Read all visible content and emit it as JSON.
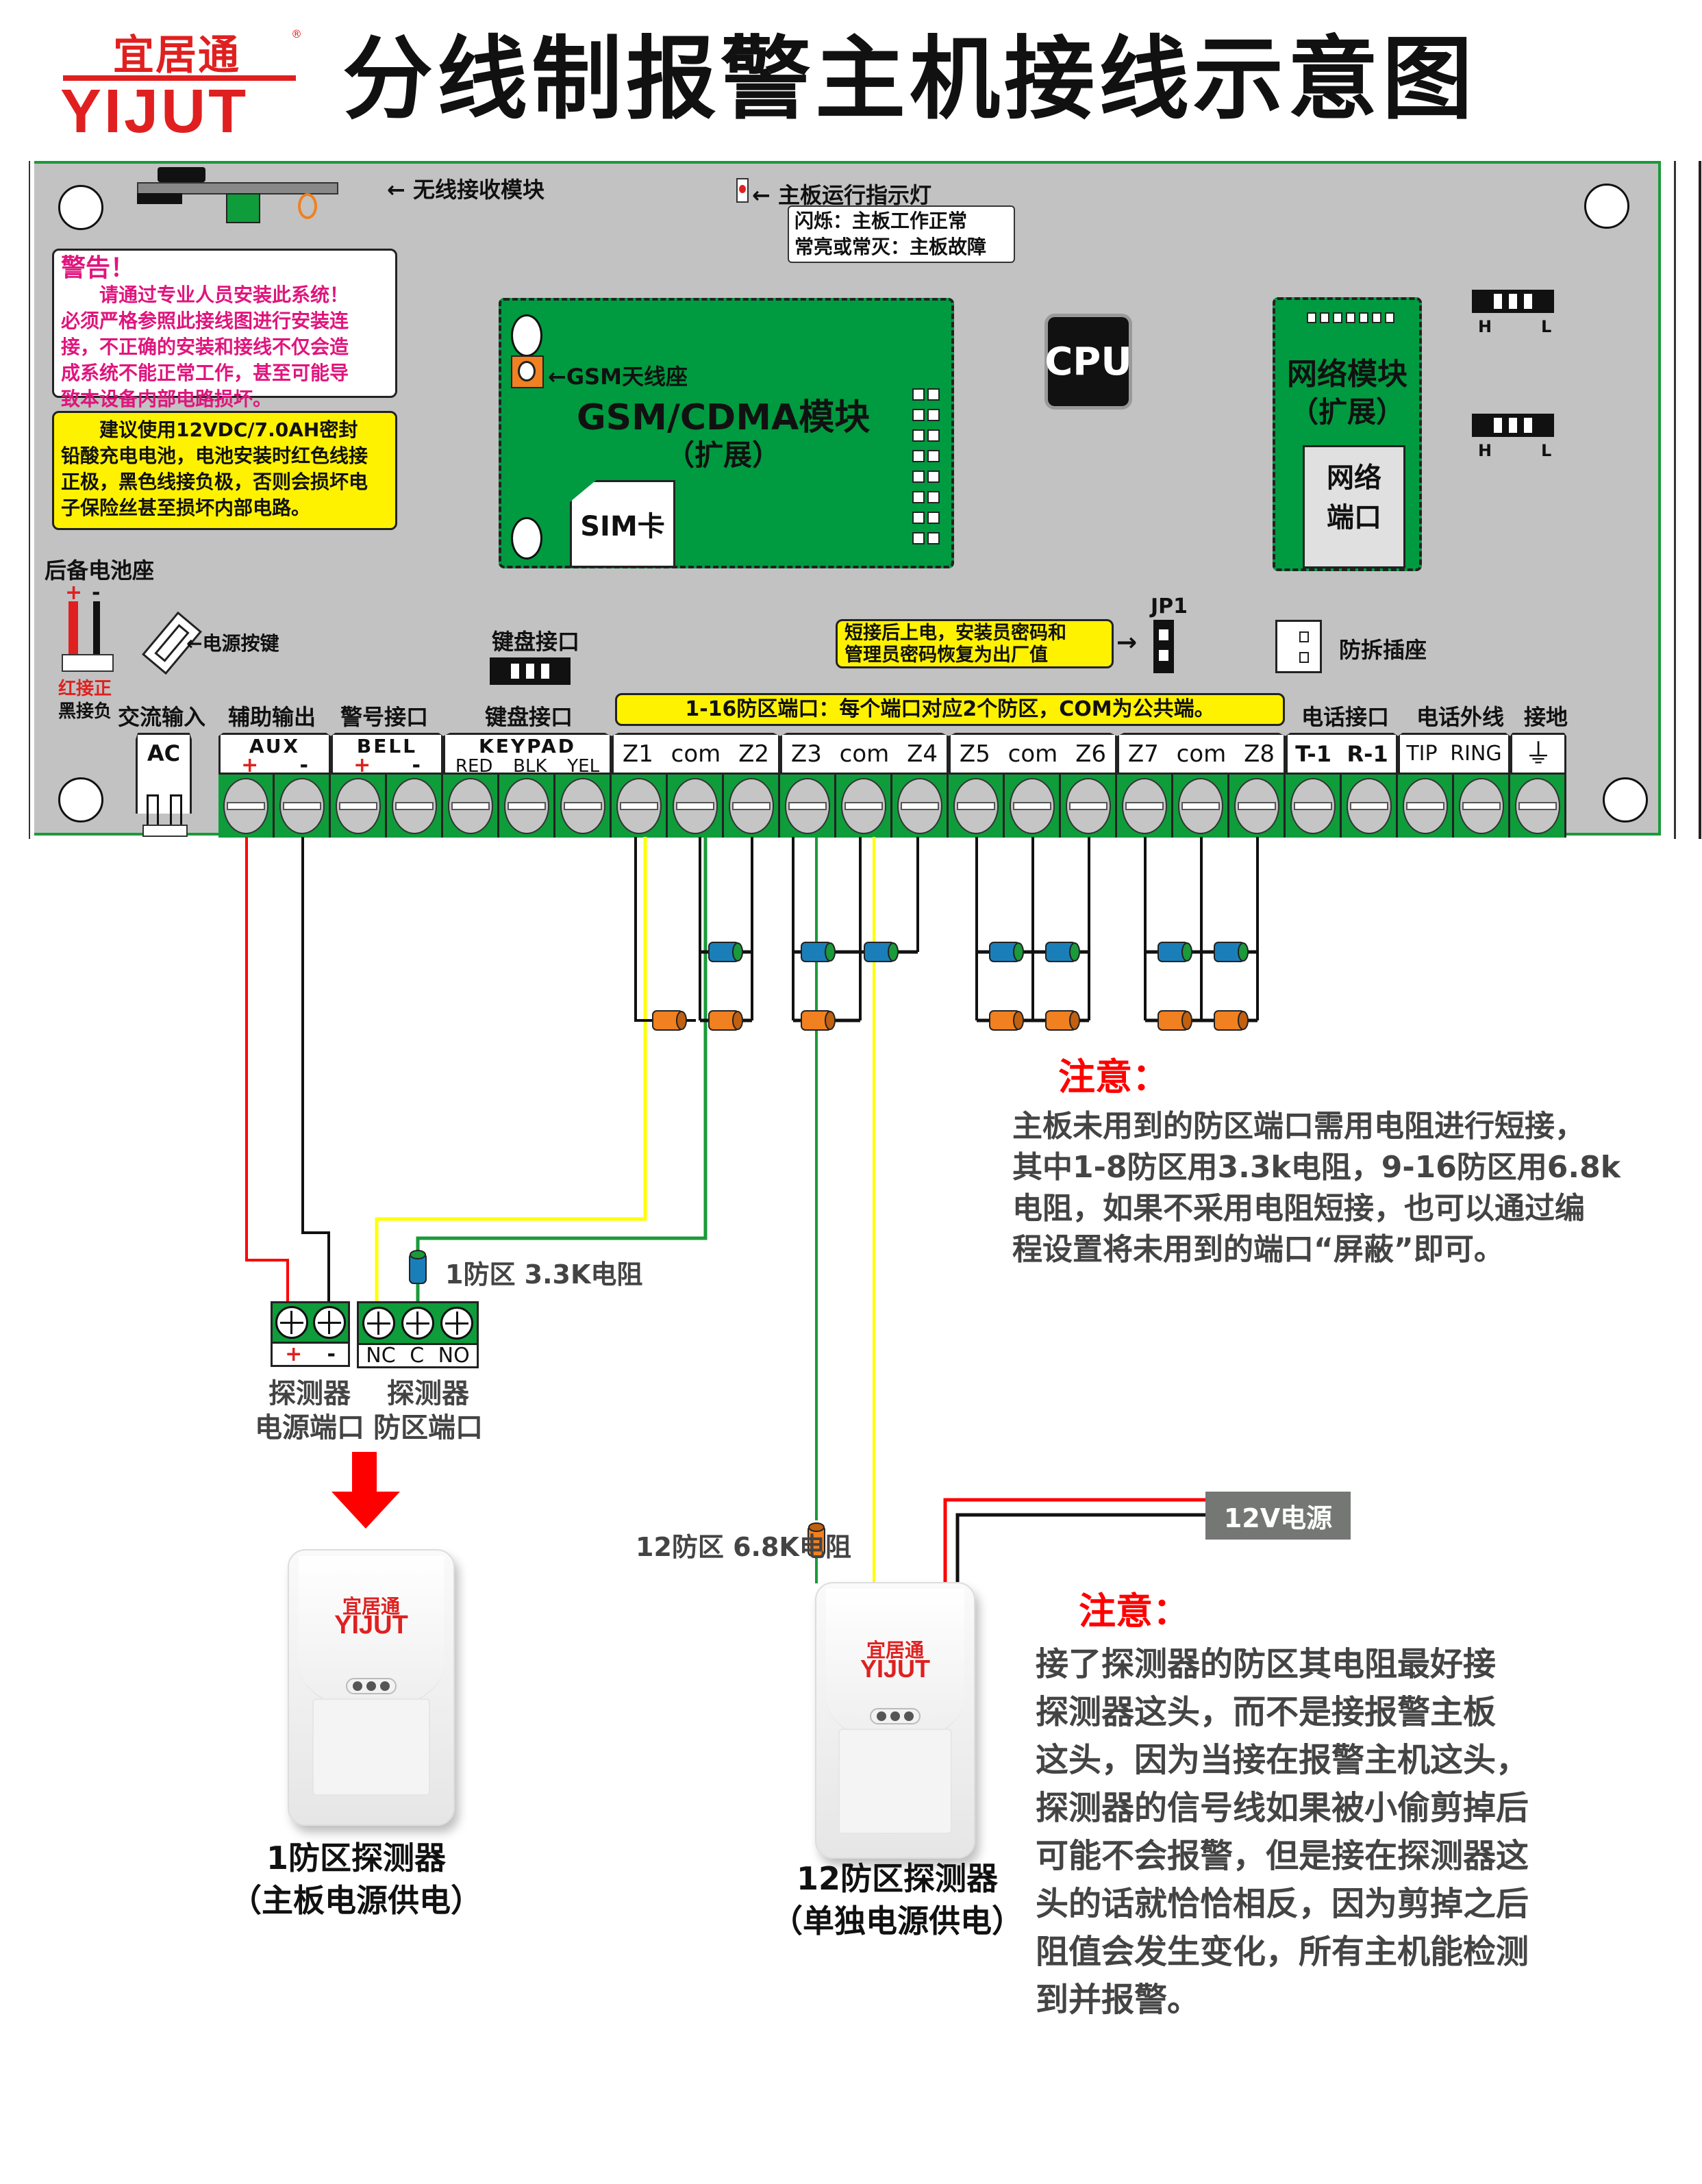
{
  "brand": {
    "name_cn": "宜居通",
    "name_en": "YIJUT",
    "registered_mark": "®"
  },
  "title": "分线制报警主机接线示意图",
  "board": {
    "wireless_module_label": "← 无线接收模块",
    "run_led_label": "← 主板运行指示灯",
    "run_led_status": [
      "闪烁：主板工作正常",
      "常亮或常灭：主板故障"
    ],
    "warning": {
      "heading": "警告！",
      "lines": [
        "　　请通过专业人员安装此系统！",
        "必须严格参照此接线图进行安装连",
        "接，不正确的安装和接线不仅会造",
        "成系统不能正常工作，甚至可能导",
        "致本设备内部电路损坏。"
      ]
    },
    "battery_note": [
      "　　建议使用12VDC/7.0AH密封",
      "铅酸充电电池，电池安装时红色线接",
      "正极，黑色线接负极，否则会损坏电",
      "子保险丝甚至损坏内部电路。"
    ],
    "gsm_module": {
      "antenna_label": "←GSM天线座",
      "title": "GSM/CDMA模块",
      "subtitle": "（扩展）",
      "sim_label": "SIM卡"
    },
    "cpu_label": "CPU",
    "network_module": {
      "title": "网络模块",
      "subtitle": "（扩展）",
      "port_label_1": "网络",
      "port_label_2": "端口"
    },
    "jumpers_hl": [
      {
        "h": "H",
        "l": "L"
      },
      {
        "h": "H",
        "l": "L"
      }
    ],
    "battery_socket": {
      "label": "后备电池座",
      "plus": "+",
      "minus": "-",
      "note_red": "红接正",
      "note_black": "黑接负"
    },
    "power_button_label": "←电源按键",
    "keypad_header_label": "键盘接口",
    "jp1": {
      "label": "JP1",
      "note": [
        "短接后上电，安装员密码和",
        "管理员密码恢复为出厂值"
      ],
      "arrow": "→"
    },
    "tamper_label": "防拆插座",
    "zone_banner": "1-16防区端口：每个端口对应2个防区，COM为公共端。",
    "group_labels": {
      "ac": "交流输入",
      "aux": "辅助输出",
      "bell": "警号接口",
      "keypad": "键盘接口",
      "phone": "电话接口",
      "phone_line": "电话外线",
      "ground": "接地"
    },
    "terminal_groups": [
      {
        "title": "AC",
        "pins": []
      },
      {
        "title": "AUX",
        "pins": [
          "+",
          "-"
        ]
      },
      {
        "title": "BELL",
        "pins": [
          "+",
          "-"
        ]
      },
      {
        "title": "KEYPAD",
        "pins": [
          "RED",
          "BLK",
          "YEL"
        ]
      },
      {
        "title": "",
        "pins": [
          "Z1",
          "com",
          "Z2"
        ]
      },
      {
        "title": "",
        "pins": [
          "Z3",
          "com",
          "Z4"
        ]
      },
      {
        "title": "",
        "pins": [
          "Z5",
          "com",
          "Z6"
        ]
      },
      {
        "title": "",
        "pins": [
          "Z7",
          "com",
          "Z8"
        ]
      },
      {
        "title": "",
        "pins": [
          "T-1",
          "R-1"
        ]
      },
      {
        "title": "",
        "pins": [
          "TIP",
          "RING"
        ]
      },
      {
        "title": "",
        "pins": [
          "⏚"
        ]
      }
    ],
    "terminal_count": 24
  },
  "wiring": {
    "colors": {
      "red": "#ff0000",
      "black": "#111111",
      "yellow": "#ffff00",
      "green": "#1a9a3a",
      "resistor_33k": "#1a7fb8",
      "resistor_68k": "#f08020"
    },
    "resistor_33k_label": "1防区 3.3K电阻",
    "resistor_68k_label": "12防区 6.8K电阻",
    "power_12v_label": "12V电源"
  },
  "detector_ports": {
    "power": {
      "pins": [
        "+",
        "-"
      ],
      "label_1": "探测器",
      "label_2": "电源端口"
    },
    "zone": {
      "pins": [
        "NC",
        "C",
        "NO"
      ],
      "label_1": "探测器",
      "label_2": "防区端口"
    }
  },
  "detectors": [
    {
      "brand_cn": "宜居通",
      "brand_en": "YIJUT",
      "caption_1": "1防区探测器",
      "caption_2": "（主板电源供电）"
    },
    {
      "brand_cn": "宜居通",
      "brand_en": "YIJUT",
      "caption_1": "12防区探测器",
      "caption_2": "（单独电源供电）"
    }
  ],
  "notes": [
    {
      "heading": "注意：",
      "lines": [
        "主板未用到的防区端口需用电阻进行短接，",
        "其中1-8防区用3.3k电阻，9-16防区用6.8k",
        "电阻，如果不采用电阻短接，也可以通过编",
        "程设置将未用到的端口“屏蔽”即可。"
      ]
    },
    {
      "heading": "注意：",
      "lines": [
        "接了探测器的防区其电阻最好接",
        "探测器这头，而不是接报警主板",
        "这头，因为当接在报警主机这头，",
        "探测器的信号线如果被小偷剪掉后",
        "可能不会报警，但是接在探测器这",
        "头的话就恰恰相反，因为剪掉之后",
        "阻值会发生变化，所有主机能检测",
        "到并报警。"
      ]
    }
  ]
}
